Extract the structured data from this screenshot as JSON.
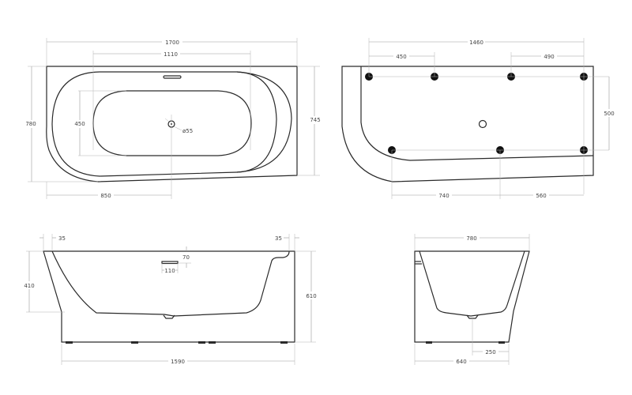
{
  "drawing": {
    "top_view": {
      "overall_length": "1700",
      "inner_length": "1110",
      "overall_width": "780",
      "inner_width": "450",
      "right_width": "745",
      "drain_offset": "850",
      "drain_diameter": "ø55"
    },
    "bottom_view": {
      "foot_span": "1460",
      "left_foot_spacing": "450",
      "right_foot_spacing": "490",
      "foot_row_spacing": "500",
      "lower_left_spacing": "740",
      "lower_right_spacing": "560"
    },
    "front_view": {
      "left_rim": "35",
      "right_rim": "35",
      "overflow_depth": "70",
      "overflow_width": "110",
      "skirt_height": "410",
      "total_height": "610",
      "base_length": "1590"
    },
    "side_view": {
      "top_width": "780",
      "base_width": "640",
      "drain_offset": "250"
    }
  }
}
